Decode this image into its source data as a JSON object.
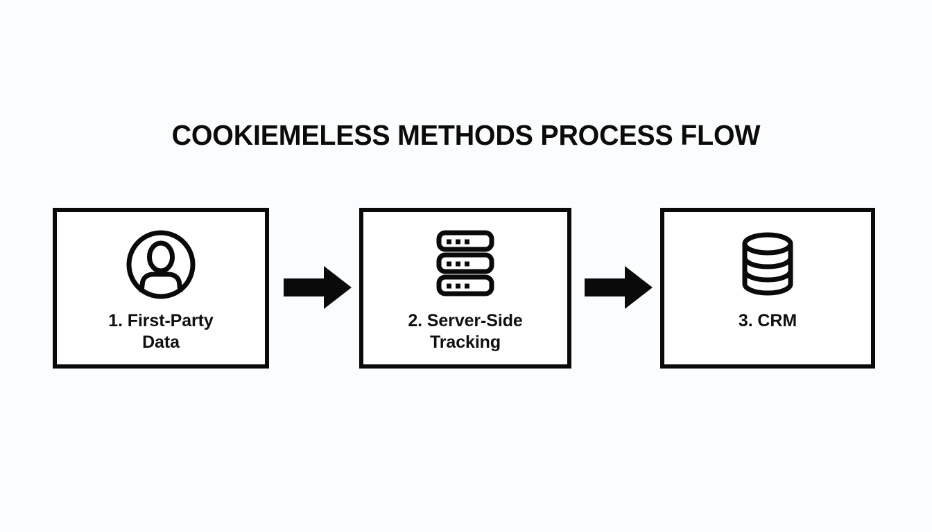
{
  "page": {
    "background_color": "#fbfcfd",
    "ink_color": "#0a0a0a",
    "title": "COOKIEMELESS METHODS PROCESS FLOW"
  },
  "flow": {
    "steps": [
      {
        "index": "1",
        "label": "1. First-Party\nData",
        "icon": "user-avatar-icon"
      },
      {
        "index": "2",
        "label": "2. Server-Side\nTracking",
        "icon": "server-stack-icon"
      },
      {
        "index": "3",
        "label": "3. CRM",
        "icon": "database-cylinder-icon"
      }
    ],
    "arrows": [
      {
        "name": "arrow-step1-to-step2",
        "direction": "right"
      },
      {
        "name": "arrow-step2-to-step3",
        "direction": "right"
      }
    ]
  }
}
